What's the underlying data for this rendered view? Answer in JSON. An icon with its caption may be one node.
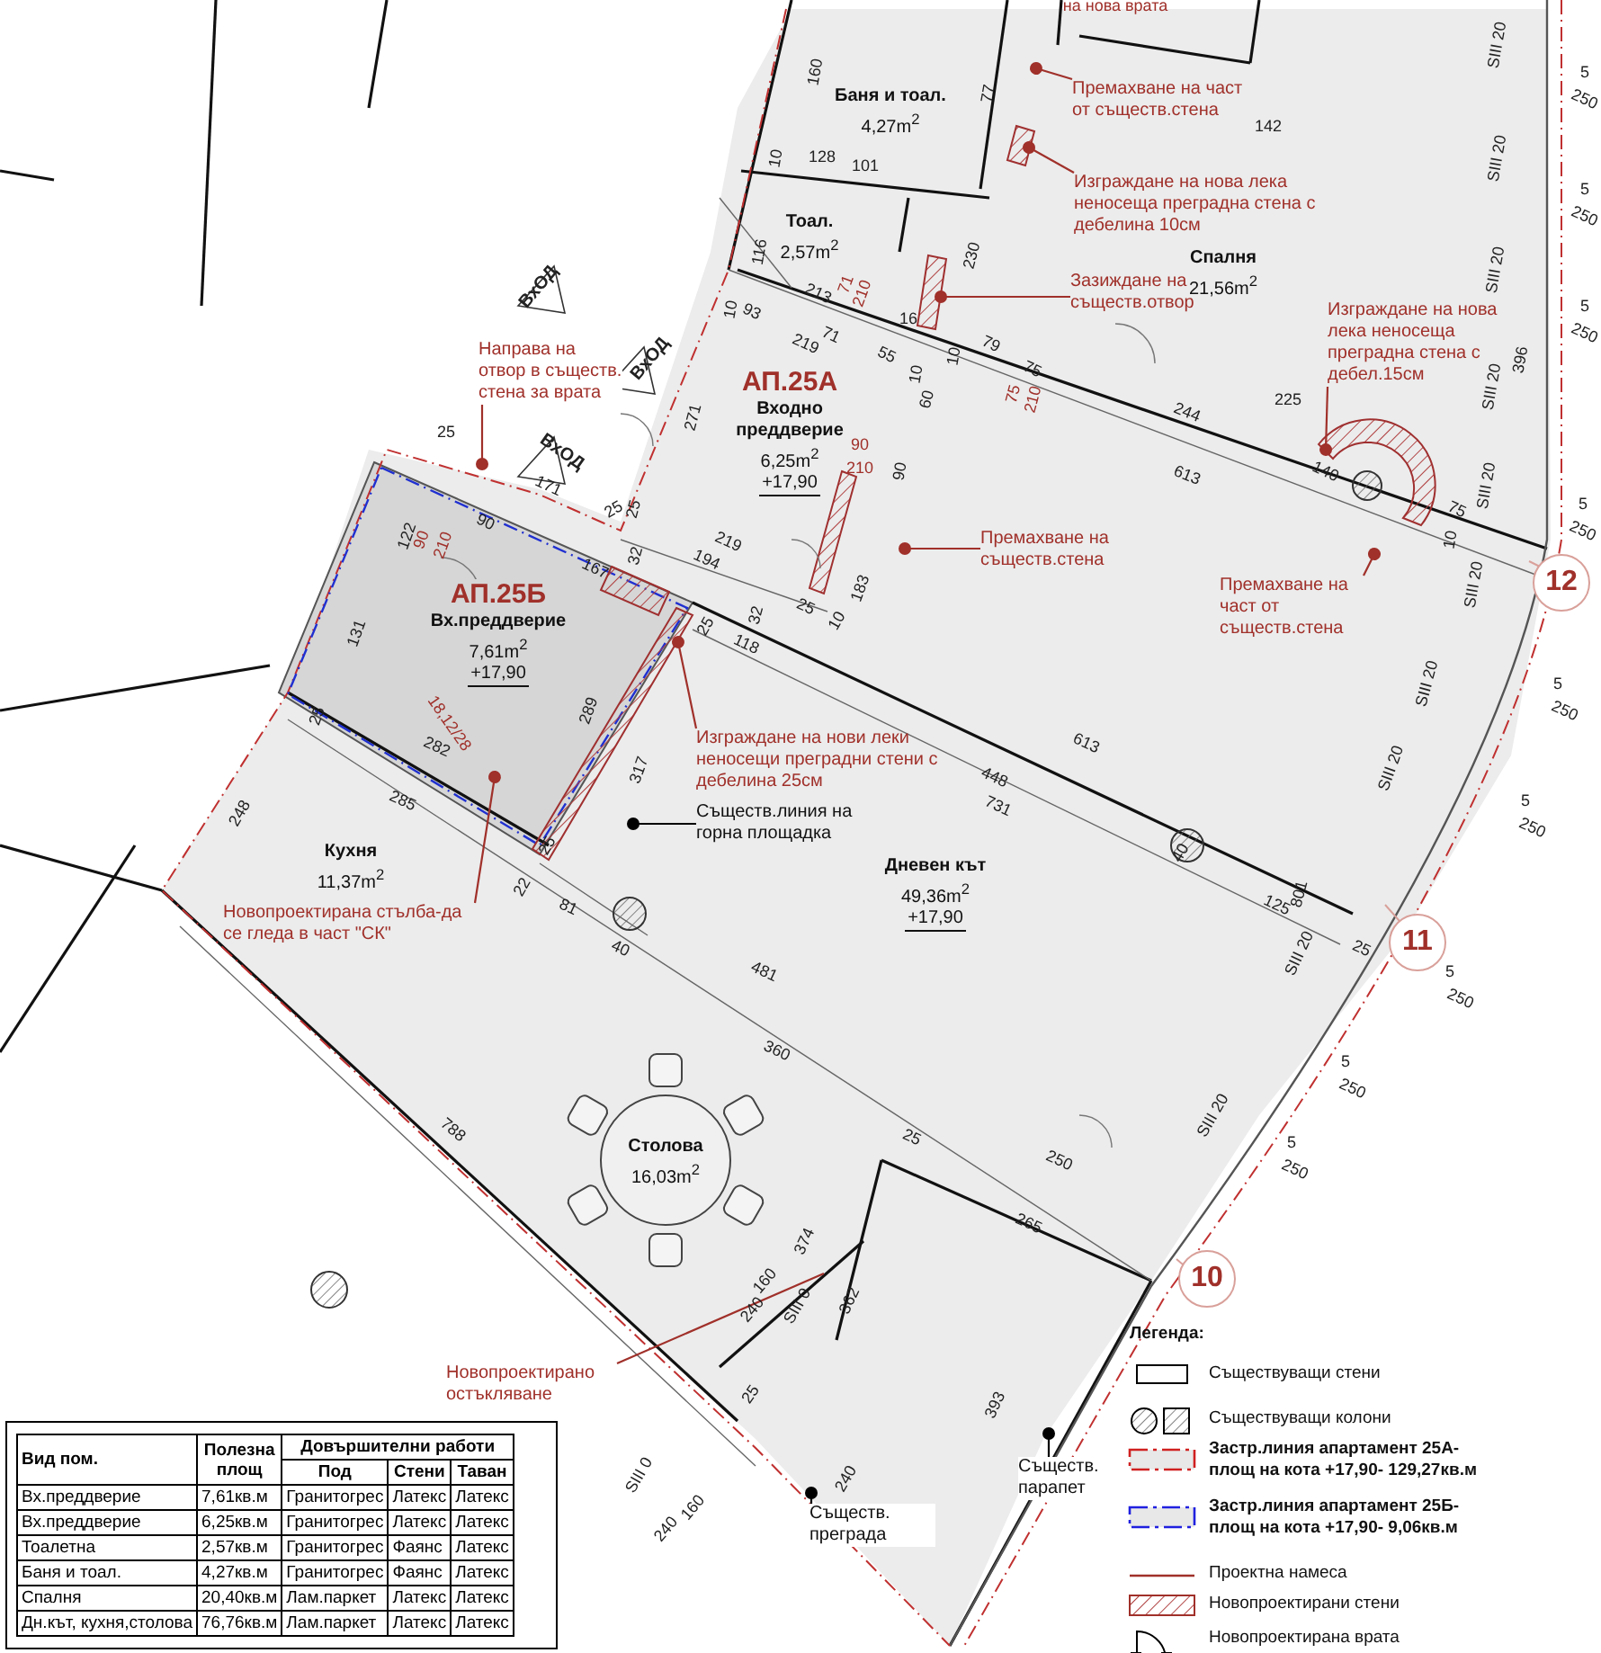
{
  "diagram": {
    "nodes": [
      {
        "text": [
          "Баня и тоал.",
          "4,27m$^{2}$"
        ]
      },
      {
        "text": [
          "Тоал.",
          "2,57m$^{2}$"
        ]
      },
      {
        "text": [
          "Спалня",
          "21,56m$^{2}$"
        ]
      },
      {
        "text": [
          "АП.25А",
          "Входно преддверие",
          "6,25m$^{2}$",
          "+17,90"
        ]
      },
      {
        "text": [
          "АП.25Б",
          "Вх.преддверие",
          "7,61m$^{2}$",
          "+17,90"
        ]
      },
      {
        "text": [
          "Кухня",
          "11,37m$^{2}$"
        ]
      },
      {
        "text": [
          "Дневен кът",
          "49,36m$^{2}$",
          "+17,90"
        ]
      },
      {
        "text": [
          "Столова",
          "16,03m$^{2}$"
        ]
      },
      {
        "text": [
          "Премахване на част от съществ.стена"
        ]
      },
      {
        "text": [
          "Изграждане на нова лека неносеща преградна стена с дебелина 10см"
        ]
      },
      {
        "text": [
          "Зазиждане на съществ.отвор"
        ]
      },
      {
        "text": [
          "Изграждане на нова лека неносеща преградна стена с дебел.15см"
        ]
      },
      {
        "text": [
          "Направа на отвор в съществ. стена за врата"
        ]
      },
      {
        "text": [
          "Премахване на съществ.стена"
        ]
      },
      {
        "text": [
          "Премахване на част от съществ.стена"
        ]
      },
      {
        "text": [
          "Изграждане на нови леки неносещи преградни стени с дебелина 25см"
        ]
      },
      {
        "text": [
          "Съществ.линия на горна площадка"
        ]
      },
      {
        "text": [
          "Новопроектирана стълба-да се гледа в част \"СК\""
        ]
      },
      {
        "text": [
          "Новопроектирано остъкляване"
        ]
      },
      {
        "text": [
          "Съществ. парапет"
        ]
      },
      {
        "text": [
          "Съществ. преграда"
        ]
      },
      {
        "text": [
          "12"
        ]
      },
      {
        "text": [
          "11"
        ]
      },
      {
        "text": [
          "10"
        ]
      },
      {
        "text": [],
        "shape": "bar"
      },
      {
        "text": [],
        "shape": "bar"
      },
      {
        "text": [],
        "shape": "bar"
      },
      {
        "text": [],
        "shape": "bar"
      }
    ],
    "edges": [
      {
        "from": 8,
        "to": null,
        "arrow": "other"
      },
      {
        "from": 9,
        "to": 24,
        "arrow": "other"
      },
      {
        "from": 10,
        "to": 25,
        "arrow": "other"
      },
      {
        "from": 11,
        "to": 26,
        "arrow": "other"
      },
      {
        "from": 12,
        "to": null,
        "arrow": "other"
      },
      {
        "from": 13,
        "to": null,
        "arrow": "other"
      },
      {
        "from": 14,
        "to": null,
        "arrow": "other"
      },
      {
        "from": 15,
        "to": 27,
        "arrow": "other"
      },
      {
        "from": 16,
        "to": null,
        "arrow": "other",
        "color": "#000000"
      },
      {
        "from": 17,
        "to": null,
        "arrow": "other"
      },
      {
        "from": 18,
        "to": null,
        "arrow": "none"
      },
      {
        "from": 19,
        "to": null,
        "arrow": "other",
        "color": "#000000"
      },
      {
        "from": 20,
        "to": null,
        "arrow": "other",
        "color": "#000000"
      }
    ],
    "labels": [
      "на нова врата",
      "ВхОД",
      "ВхОД",
      "ВхОД",
      "160",
      "77",
      "142",
      "128",
      "101",
      "10",
      "116",
      "230",
      "213",
      "71",
      "210",
      "10",
      "93",
      "219",
      "71",
      "55",
      "16",
      "10",
      "79",
      "10",
      "60",
      "75",
      "75",
      "210",
      "90",
      "210",
      "271",
      "90",
      "244",
      "613",
      "225",
      "140",
      "396",
      "75",
      "10",
      "25",
      "171",
      "25",
      "90",
      "122",
      "90",
      "210",
      "219",
      "194",
      "167",
      "32",
      "25",
      "25",
      "32",
      "25",
      "183",
      "10",
      "118",
      "25",
      "131",
      "289",
      "317",
      "282",
      "248",
      "285",
      "25",
      "22",
      "81",
      "40",
      "481",
      "613",
      "448",
      "731",
      "788",
      "360",
      "40",
      "125",
      "801",
      "25",
      "25",
      "250",
      "265",
      "374",
      "160",
      "240",
      "SIII 0",
      "362",
      "25",
      "SIII 0",
      "160",
      "240",
      "393",
      "240",
      "SIII 20",
      "SIII 20",
      "SIII 20",
      "SIII 20",
      "SIII 20",
      "SIII 20",
      "SIII 20",
      "SIII 20",
      "SIII 20",
      "SIII 20",
      "5",
      "250",
      "5",
      "250",
      "5",
      "250",
      "5",
      "250",
      "5",
      "250",
      "5",
      "250",
      "5",
      "250",
      "5",
      "250",
      "5",
      "250",
      "18,12/28",
      "Легенда:",
      "Вид пом.",
      "Полезна площ",
      "Довършителни работи",
      "Под",
      "Стени",
      "Таван",
      "Вх.преддверие",
      "7,61кв.м",
      "Гранитогрес",
      "Латекс",
      "Латекс",
      "Вх.преддверие",
      "6,25кв.м",
      "Гранитогрес",
      "Латекс",
      "Латекс",
      "Тоалетна",
      "2,57кв.м",
      "Гранитогрес",
      "Фаянс",
      "Латекс",
      "Баня и тоал.",
      "4,27кв.м",
      "Гранитогрес",
      "Фаянс",
      "Латекс",
      "Спалня",
      "20,40кв.м",
      "Лам.паркет",
      "Латекс",
      "Латекс",
      "Дн.кът, кухня,столова",
      "76,76кв.м",
      "Лам.паркет",
      "Латекс",
      "Латекс"
    ],
    "legend": [
      {
        "text": "Съществуващи стени"
      },
      {
        "text": "Съществуващи колони"
      },
      {
        "text": "Застр.линия апартамент 25А-площ на кота +17,90- 129,27кв.м"
      },
      {
        "text": "Застр.линия апартамент 25Б-площ на кота +17,90- 9,06кв.м"
      },
      {
        "text": "Проектна намеса"
      },
      {
        "text": "Новопроектирани стени"
      },
      {
        "text": "Новопроектирана врата"
      }
    ]
  }
}
